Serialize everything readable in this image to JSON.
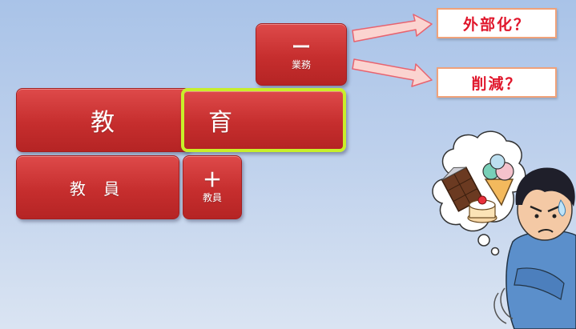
{
  "blocks": {
    "gyomu": {
      "symbol": "ー",
      "label": "業務"
    },
    "kyo": {
      "label": "教"
    },
    "iku": {
      "label": "育"
    },
    "kyoin": {
      "label": "教 員"
    },
    "plus_kyoin": {
      "symbol": "＋",
      "label": "教員"
    }
  },
  "outcomes": {
    "outsourcing": "外部化？",
    "reduction": "削減？"
  },
  "colors": {
    "block_red": "#c62e2e",
    "highlight_border": "#c8ef2a",
    "label_text": "#e0162b",
    "label_border": "#f0a27a",
    "arrow_fill": "#fbd4d0",
    "arrow_stroke": "#e8636f"
  },
  "illustration": {
    "subject": "troubled-man-thinking-of-sweets-icon"
  }
}
